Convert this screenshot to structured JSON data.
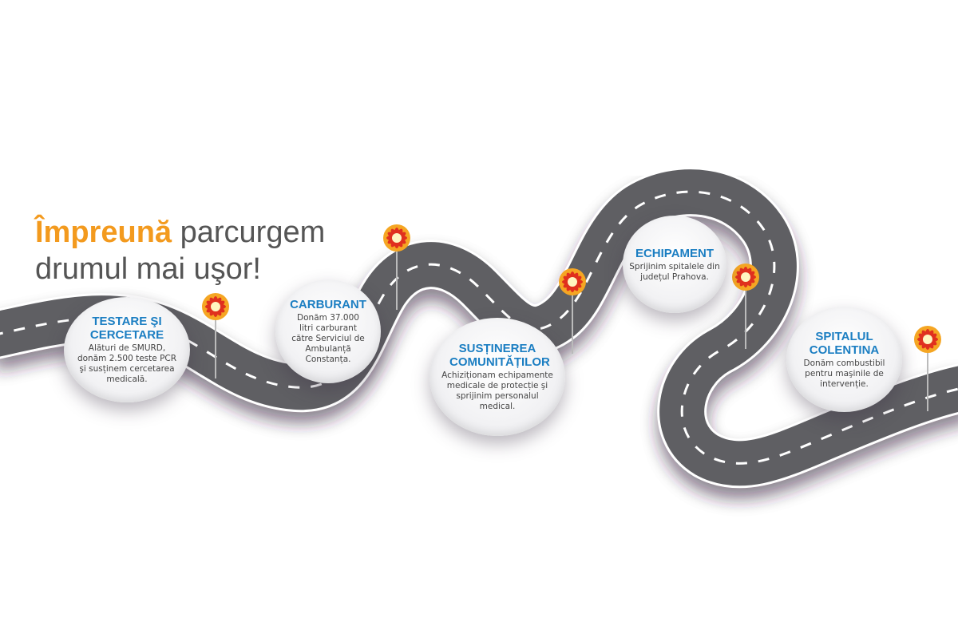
{
  "title": {
    "highlight": "Împreună",
    "rest_line1": " parcurgem",
    "line2": "drumul mai uşor!"
  },
  "colors": {
    "accent": "#f39a1e",
    "heading": "#1b7ec2",
    "road": "#5f5f63"
  },
  "milestones": [
    {
      "title": "TESTARE ŞI CERCETARE",
      "text": "Alături de SMURD, donăm 2.500 teste PCR şi susținem cercetarea medicală."
    },
    {
      "title": "CARBURANT",
      "text": "Donăm 37.000 litri carburant către Serviciul de Ambulanță Constanța."
    },
    {
      "title": "SUSȚINEREA COMUNITĂȚILOR",
      "text": "Achiziționam echipamente medicale de protecție şi sprijinim personalul medical."
    },
    {
      "title": "ECHIPAMENT",
      "text": "Sprijinim spitalele din județul Prahova."
    },
    {
      "title": "SPITALUL COLENTINA",
      "text": "Donăm combustibil pentru maşinile de intervenție."
    }
  ]
}
